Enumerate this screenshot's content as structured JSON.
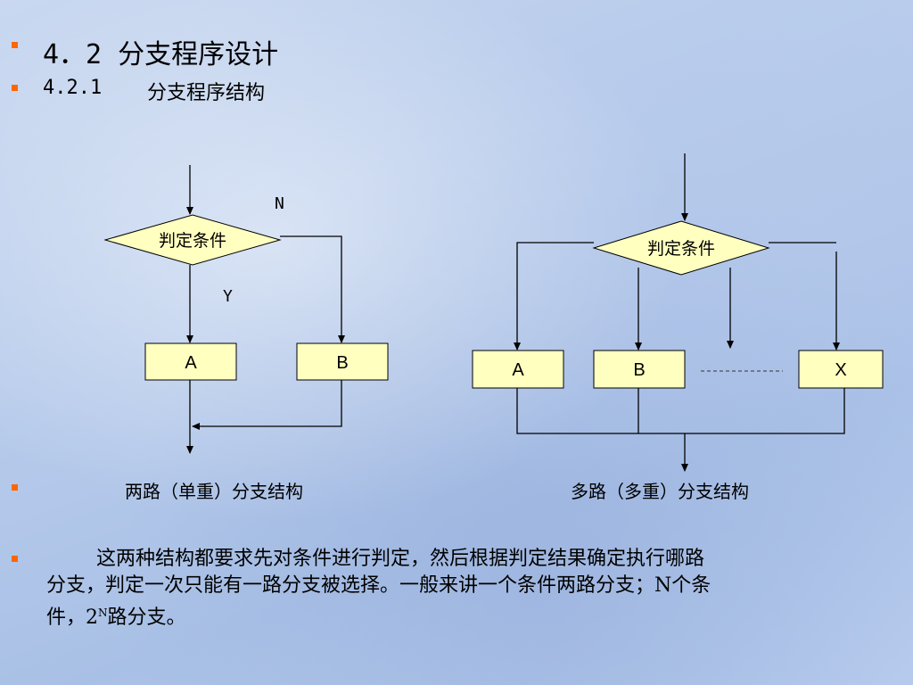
{
  "heading": {
    "title": "4．2 分支程序设计",
    "subtitle_number": "4.2.1",
    "subtitle_text": "分支程序结构"
  },
  "two_way": {
    "condition": "判定条件",
    "no_label": "N",
    "yes_label": "Y",
    "box_a": "A",
    "box_b": "B",
    "caption": "两路（单重）分支结构"
  },
  "multi_way": {
    "condition": "判定条件",
    "box_a": "A",
    "box_b": "B",
    "box_x": "X",
    "caption": "多路（多重）分支结构"
  },
  "paragraph": {
    "line1": "这两种结构都要求先对条件进行判定，然后根据判定结果确定执行哪路",
    "line2": "分支，判定一次只能有一路分支被选择。一般来讲一个条件两路分支；N个条",
    "line3_pre": "件，2",
    "line3_sup": "N",
    "line3_post": "路分支。"
  },
  "colors": {
    "bullet": "#ff6600",
    "shape_fill": "#ffffc0",
    "line": "#000000"
  }
}
